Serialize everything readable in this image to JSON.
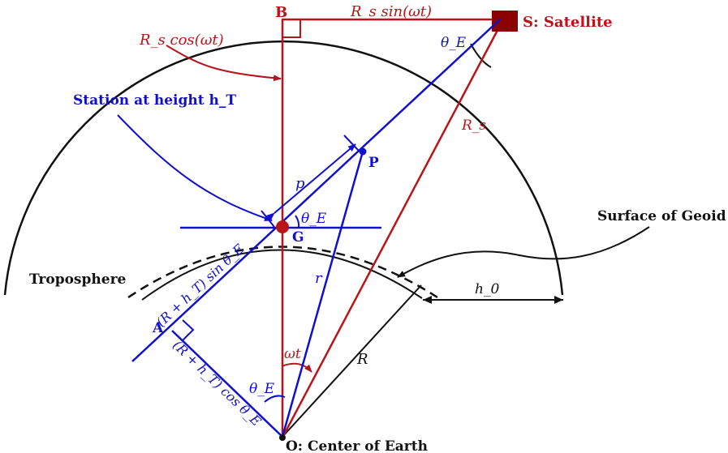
{
  "labels": {
    "point_b": "B",
    "top_edge": "R_s sin(ωt)",
    "satellite": "S: Satellite",
    "theta_e_sat": "θ_E",
    "rs_cos": "R_s cos(ωt)",
    "station": "Station at height h_T",
    "rs": "R_s",
    "point_p": "P",
    "p": "p",
    "theta_e_g": "θ_E",
    "point_g": "G",
    "geoid": "Surface of Geoid",
    "troposphere": "Troposphere",
    "sin_segment": "(R + h_T) sin θ_E",
    "r": "r",
    "point_a": "A",
    "h0": "h_0",
    "cos_segment": "(R + h_T) cos θ_E",
    "omega_t": "ωt",
    "big_r": "R",
    "theta_e_o": "θ_E",
    "origin": "O: Center of Earth"
  },
  "colors": {
    "red": "#b8141a",
    "blue": "#1010cc",
    "black": "#111111",
    "satellite_fill": "#8b0000"
  }
}
